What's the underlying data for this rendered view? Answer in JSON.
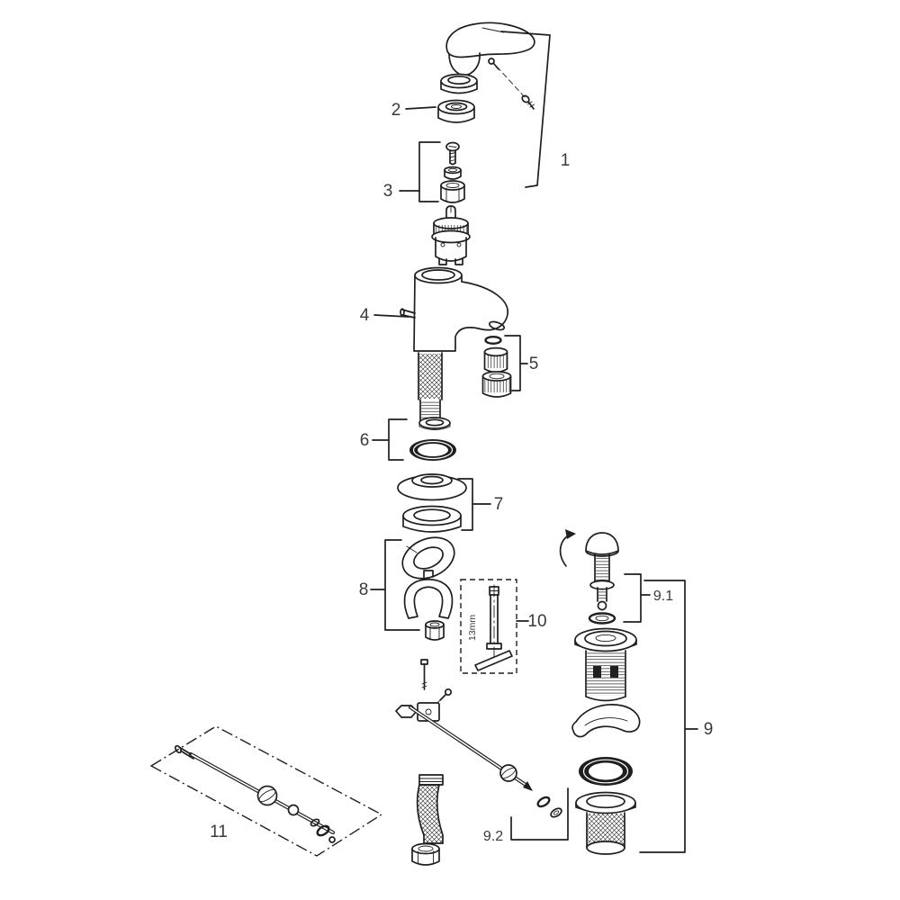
{
  "colors": {
    "line": "#1f1f1f",
    "label": "#3a3a3a",
    "background": "#ffffff"
  },
  "labels": {
    "part_1": "1",
    "part_2": "2",
    "part_3": "3",
    "part_4": "4",
    "part_5": "5",
    "part_6": "6",
    "part_7": "7",
    "part_8": "8",
    "part_9": "9",
    "part_9_1": "9.1",
    "part_9_2": "9.2",
    "part_10": "10",
    "part_11": "11",
    "tool_size_note": "13mm"
  }
}
